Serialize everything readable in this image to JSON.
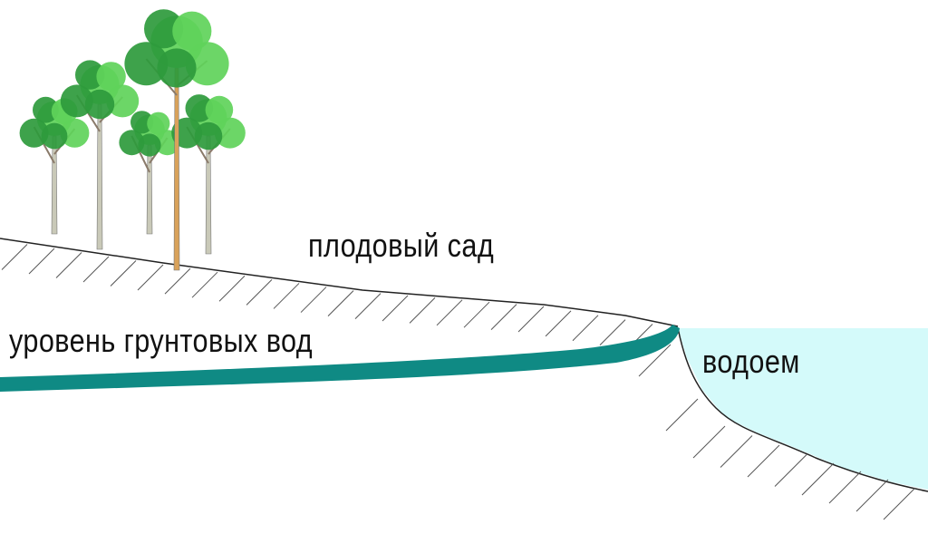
{
  "labels": {
    "orchard": "плодовый сад",
    "groundwater": "уровень грунтовых вод",
    "pond": "водоем"
  },
  "colors": {
    "water": "#d4fafa",
    "groundwater": "#0f8a84",
    "ground_line": "#222222",
    "hatch": "#555555",
    "leaf_light": "#5fd35a",
    "leaf_dark": "#2e9a3c",
    "trunk": "#c9c9b8",
    "main_trunk": "#d9a25a"
  },
  "icons": [
    "tree-icon"
  ]
}
